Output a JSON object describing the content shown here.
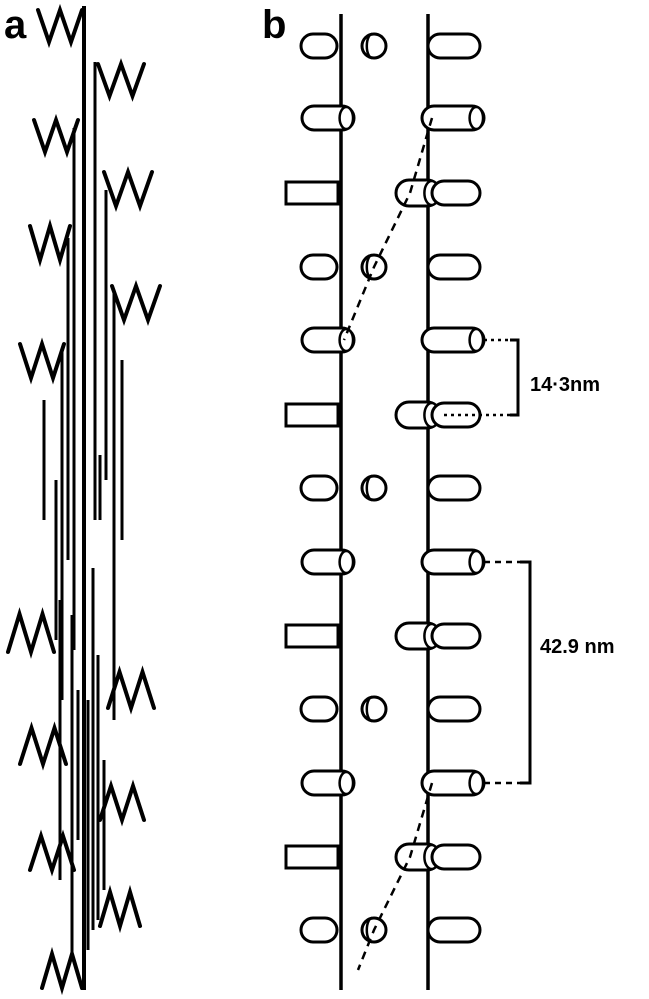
{
  "panels": {
    "a": {
      "label": "a"
    },
    "b": {
      "label": "b"
    }
  },
  "dimensions": {
    "small": {
      "label": "14·3nm",
      "value_nm": 14.3
    },
    "large": {
      "label": "42.9 nm",
      "value_nm": 42.9
    }
  },
  "colors": {
    "ink": "#000000",
    "background": "#ffffff"
  }
}
